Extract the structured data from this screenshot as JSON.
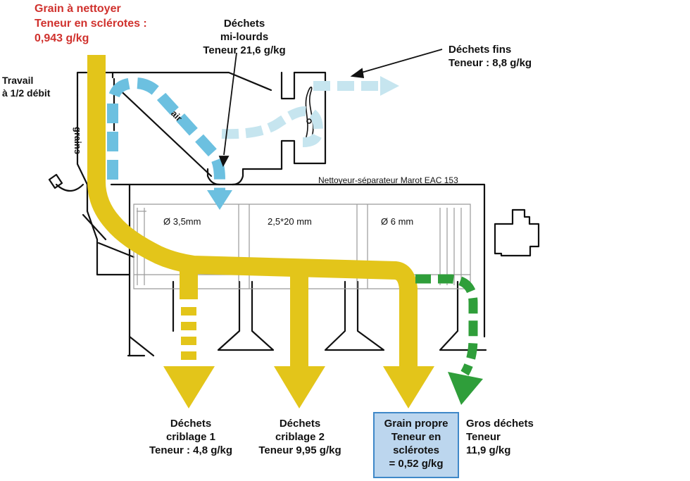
{
  "input": {
    "line1": "Grain à nettoyer",
    "line2": "Teneur en sclérotes :",
    "line3": "0,943 g/kg"
  },
  "mode": {
    "line1": "Travail",
    "line2": "à 1/2 débit"
  },
  "mi_lourds": {
    "line1": "Déchets",
    "line2": "mi-lourds",
    "line3": "Teneur 21,6 g/kg"
  },
  "fins": {
    "line1": "Déchets fins",
    "line2": "Teneur : 8,8 g/kg"
  },
  "machine": {
    "name": "Nettoyeur-séparateur Marot EAC 153"
  },
  "screens": [
    "Ø 3,5mm",
    "2,5*20 mm",
    "Ø 6 mm"
  ],
  "flow_labels": {
    "grain": "grains",
    "air": "air"
  },
  "outputs": {
    "criblage1": {
      "line1": "Déchets",
      "line2": "criblage 1",
      "line3": "Teneur : 4,8 g/kg"
    },
    "criblage2": {
      "line1": "Déchets",
      "line2": "criblage 2",
      "line3": "Teneur 9,95 g/kg"
    },
    "propre": {
      "line1": "Grain propre",
      "line2": "Teneur en",
      "line3": "sclérotes",
      "line4": "= 0,52 g/kg"
    },
    "gros": {
      "line1": "Gros déchets",
      "line2": "Teneur",
      "line3": "11,9 g/kg"
    }
  },
  "colors": {
    "grain": "#e3c51a",
    "air": "#6cc0e0",
    "air_light": "#c6e5ef",
    "gros": "#2f9e3a",
    "title_red": "#d0312d",
    "box_fill": "#bcd6ee",
    "box_border": "#3f88c8"
  }
}
